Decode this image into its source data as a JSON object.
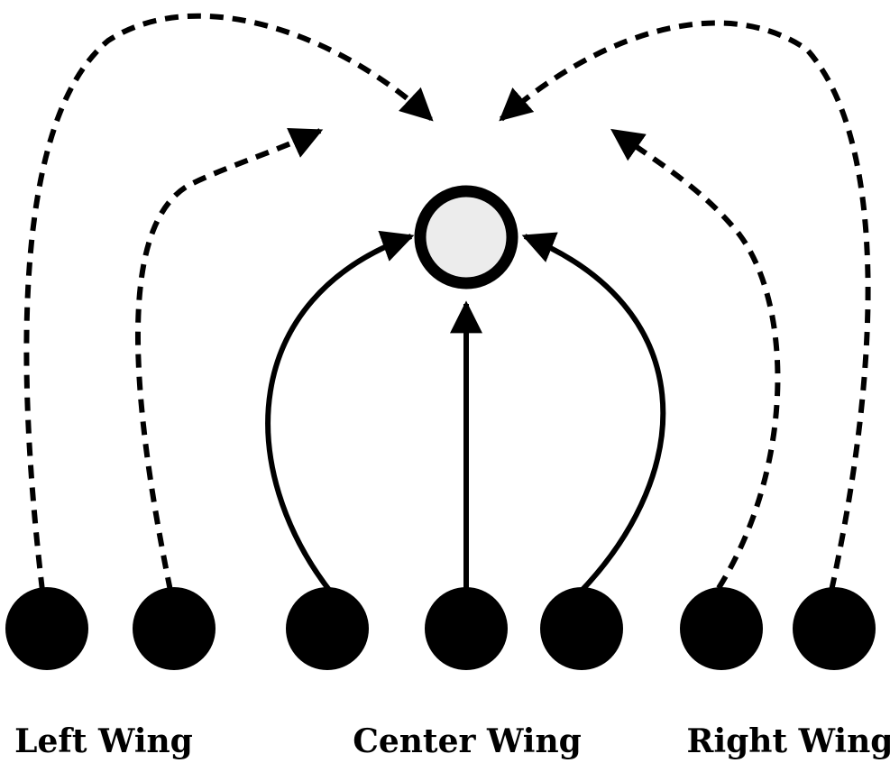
{
  "labels": {
    "left_wing": "Left Wing",
    "center_wing": "Center Wing",
    "right_wing": "Right Wing"
  },
  "colors": {
    "node_fill": "#000000",
    "target_fill": "#ececec",
    "stroke": "#000000"
  },
  "edges": {
    "solid": "connected to center node",
    "dashed": "directed toward center region"
  }
}
